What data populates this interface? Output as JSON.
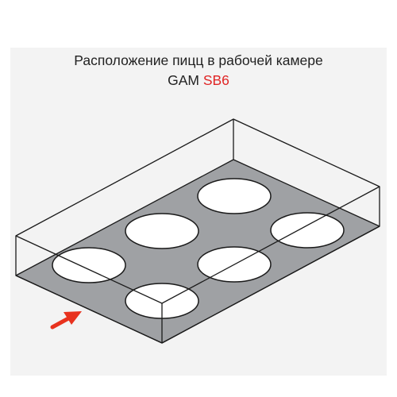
{
  "title": {
    "line1": "Расположение пицц в рабочей камере",
    "line2_prefix": "GAM ",
    "line2_model": "SB6"
  },
  "diagram": {
    "pizza_count": 6,
    "colors": {
      "floor": "#9fa1a4",
      "pizza": "#ffffff",
      "outline": "#1a1a1a",
      "frame_background": "#f3f3f3",
      "accent": "#e02424",
      "arrow": "#e8321e"
    },
    "icons": [
      "red-arrow-icon"
    ]
  }
}
